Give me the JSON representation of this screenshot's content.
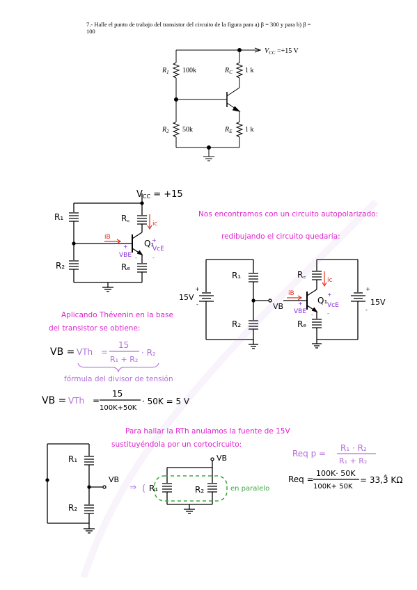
{
  "problem": {
    "text_line1": "7.-  Halle el punto de trabajo del transistor del circuito de la figura para a) β = 300 y para b) β =",
    "text_line2": "100"
  },
  "fig1": {
    "vcc_label": "V",
    "vcc_sub": "CC",
    "vcc_value": " =+15 V",
    "r1": "R",
    "r1_sub": "1",
    "r1_val": "100k",
    "rc": "R",
    "rc_sub": "C",
    "rc_val": "1 k",
    "r2": "R",
    "r2_sub": "2",
    "r2_val": "50k",
    "re": "R",
    "re_sub": "E",
    "re_val": "1 k"
  },
  "notes": {
    "vcc2": "V",
    "vcc2_sub": "CC",
    "vcc2_val": " = +15",
    "r1": "R₁",
    "r2": "R₂",
    "rc": "R꜀",
    "re": "Rₑ",
    "ib": "iB",
    "ic": "ic",
    "q1": "Q₁",
    "vbe": "VBE",
    "vce": "VcE",
    "autopol": "Nos encontramos con un circuito autopolarizado:",
    "redib": "redibujando el circuito quedaría:",
    "v15a": "15V",
    "v15b": "15V",
    "vb": "VB",
    "thevenin1": "Aplicando Thévenin en la base",
    "thevenin2": "del transistor se obtiene:",
    "vb_eq_lhs": "VB =",
    "vth": "VTh",
    "eq_equals": "=",
    "frac_num": "15",
    "frac_den": "R₁ + R₂",
    "times_r2": "· R₂",
    "divisor": "fórmula del divisor de tensión",
    "vb2_lhs": "VB =",
    "vth2": "VTh",
    "frac2_num": "15",
    "frac2_den": "100K+50K",
    "times2": "· 50K = 5 V",
    "rth1": "Para hallar la RTh anulamos la fuente de 15V",
    "rth2": "sustituyéndola por un cortocircuito:",
    "vb3": "VB",
    "vb4": "VB",
    "paralelo": "en paralelo",
    "req_lhs": "Req p =",
    "req_num": "R₁ · R₂",
    "req_den": "R₁ + R₂",
    "req2_lhs": "Req =",
    "req2_num": "100K· 50K",
    "req2_den": "100K+ 50K",
    "req2_res": "= 33,3̂ KΩ",
    "plus": "+",
    "minus": "-"
  },
  "colors": {
    "magenta": "#e020d0",
    "red": "#e03020",
    "purple": "#8a2be2",
    "green": "#3aa83a",
    "lilac": "#b070d8"
  }
}
